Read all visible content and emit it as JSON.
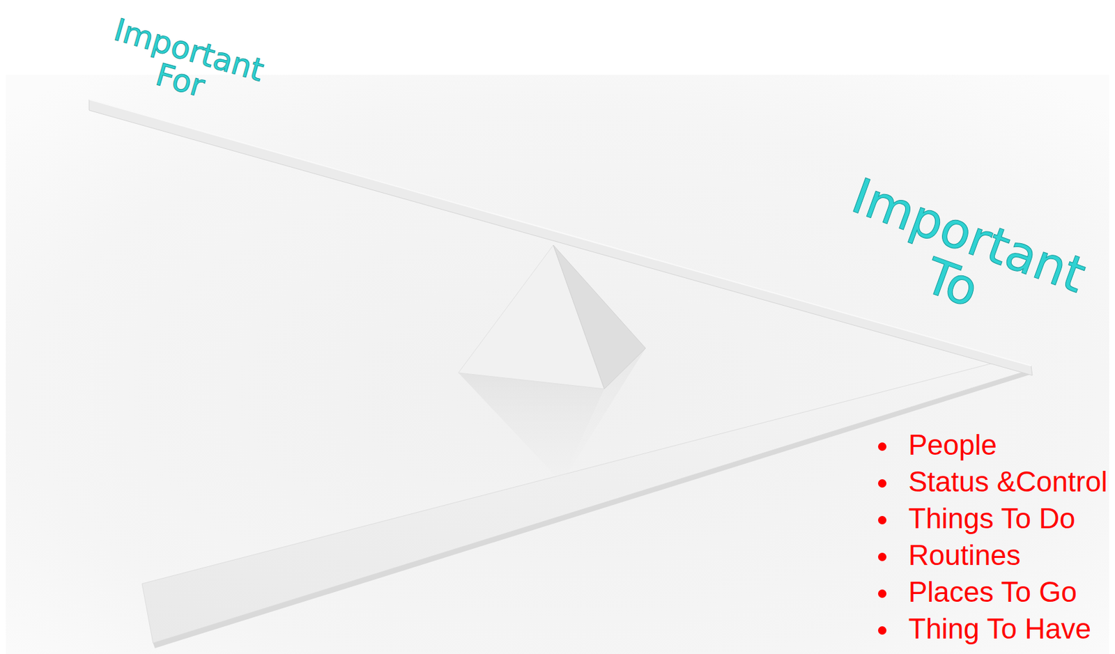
{
  "diagram": {
    "labels": [
      "Important For",
      "Important To",
      "People",
      "Status &Control",
      "Things To Do",
      "Routines",
      "Places To Go",
      "Thing To Have"
    ]
  }
}
